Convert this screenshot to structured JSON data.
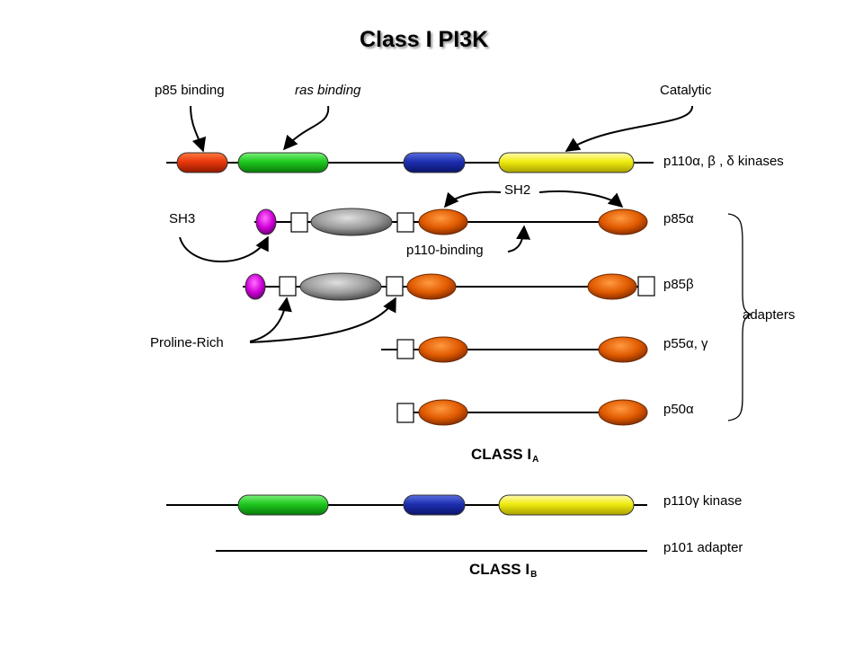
{
  "title": "Class I PI3K",
  "top_labels": {
    "p85_binding": "p85 binding",
    "ras_binding": "ras binding",
    "catalytic": "Catalytic"
  },
  "domain_labels": {
    "sh2": "SH2",
    "sh3": "SH3",
    "p110_binding": "p110-binding",
    "proline_rich": "Proline-Rich"
  },
  "rows": {
    "p110abd": {
      "text": "p110",
      "greek": "α, β , δ",
      "suffix": " kinases"
    },
    "p85a": {
      "text": "p85",
      "greek": "α",
      "suffix": ""
    },
    "p85b": {
      "text": "p85",
      "greek": "β",
      "suffix": ""
    },
    "p55": {
      "text": "p55",
      "greek": "α, γ",
      "suffix": ""
    },
    "p50": {
      "text": "p50",
      "greek": "α",
      "suffix": ""
    },
    "p110g": {
      "text": "p110",
      "greek": "γ",
      "suffix": " kinase"
    },
    "p101": {
      "text": "p101 adapter",
      "greek": "",
      "suffix": ""
    }
  },
  "adapters_label": "adapters",
  "class_ia": {
    "text": "CLASS I",
    "sub": "A"
  },
  "class_ib": {
    "text": "CLASS I",
    "sub": "B"
  },
  "colors": {
    "red_domain": "#e8380c",
    "green_domain": "#1ec81e",
    "blue_domain": "#1d2fb0",
    "yellow_domain": "#f0ec10",
    "orange_sh2": "#e05a00",
    "gray_domain": "#9a9a9a",
    "magenta_sh3": "#d000d8"
  }
}
